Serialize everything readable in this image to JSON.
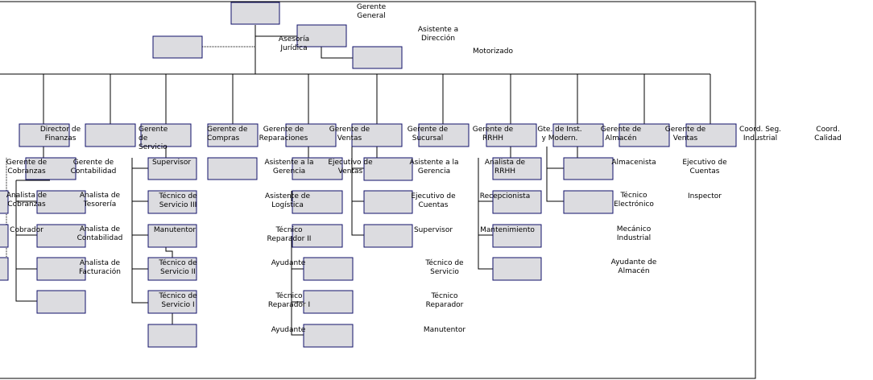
{
  "labels": {
    "gerente_general": "Gerente\nGeneral",
    "asistente_direccion": "Asistente a\nDirección",
    "asesoria_juridica": "Asesoría\nJurídica",
    "motorizado": "Motorizado",
    "director_finanzas": "Director de\nFinanzas",
    "gerente_servicio": "Gerente de\nServicio",
    "gerente_compras": "Gerente de\nCompras",
    "gerente_reparaciones": "Gerente de\nReparaciones",
    "gerente_ventas": "Gerente de\nVentas",
    "gerente_sucursal": "Gerente de\nSucursal",
    "gerente_rrhh": "Gerente de\nRRHH",
    "gte_inst_modern": "Gte. de Inst.\ny Modern.",
    "gerente_almacen": "Gerente de\nAlmacén",
    "gerente_ventas_2": "Gerente de\nVentas",
    "coord_seg_industrial": "Coord. Seg.\nIndustrial",
    "coord_calidad": "Coord.\nCalidad",
    "gerente_cobranzas": "Gerente de\nCobranzas",
    "analista_cobranzas": "Analista de\nCobranzas",
    "cobrador": "Cobrador",
    "gerente_contabilidad": "Gerente de\nContabilidad",
    "analista_tesoreria": "Analista de\nTesorería",
    "analista_contabilidad": "Analista de\nContabilidad",
    "analista_facturacion": "Analista de\nFacturación",
    "supervisor_1": "Supervisor",
    "tecnico_servicio_iii": "Técnico de\nServicio III",
    "manutentor_1": "Manutentor",
    "tecnico_servicio_ii": "Técnico de\nServicio II",
    "tecnico_servicio_i": "Técnico de\nServicio I",
    "asistente_gerencia_1": "Asistente a la\nGerencia",
    "asistente_logistica": "Asistente de\nLogística",
    "tecnico_reparador_ii": "Técnico\nReparador II",
    "ayudante_1": "Ayudante",
    "tecnico_reparador_i": "Técnico\nReparador I",
    "ayudante_2": "Ayudante",
    "ejecutivo_ventas": "Ejecutivo de\nVentas",
    "asistente_gerencia_2": "Asistente a la\nGerencia",
    "ejecutivo_cuentas_1": "Ejecutivo de\nCuentas",
    "supervisor_2": "Supervisor",
    "tecnico_servicio": "Técnico de\nServicio",
    "tecnico_reparador": "Técnico\nReparador",
    "manutentor_2": "Manutentor",
    "analista_rrhh": "Analista de\nRRHH",
    "recepcionista": "Recepcionista",
    "mantenimiento": "Mantenimiento",
    "almacenista": "Almacenista",
    "tecnico_electronico": "Técnico\nElectrónico",
    "mecanico_industrial": "Mecánico\nIndustrial",
    "ayudante_almacen": "Ayudante de\nAlmacén",
    "ejecutivo_cuentas_2": "Ejecutivo de\nCuentas",
    "inspector": "Inspector"
  },
  "colors": {
    "box_fill": "#dcdce0",
    "box_border": "#10106a",
    "line": "#000000",
    "frame": "#000000"
  }
}
